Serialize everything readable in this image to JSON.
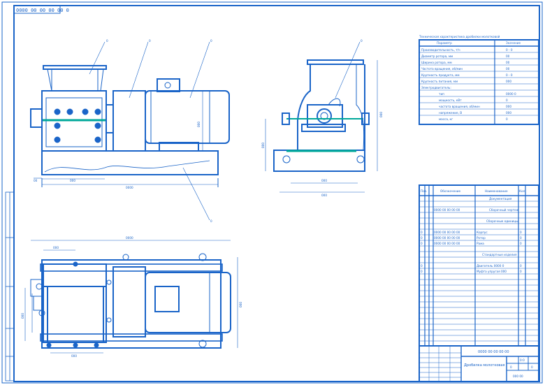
{
  "stamp_top_left": "0000 00 00 00 00 0",
  "drawing_code": "0000 00 00 00 00",
  "sheet_title": "Дробилка молотковая",
  "colors": {
    "line": "#1a64c8",
    "fill_thick": "#1a64c8",
    "accent": "#00a89a",
    "paper": "#ffffff"
  },
  "spec_table": {
    "title": "Техническая характеристика дробилки молотковой",
    "header": [
      "Параметр",
      "Значение"
    ],
    "rows": [
      [
        "Производительность, т/ч",
        "0 - 0"
      ],
      [
        "Диаметр ротора, мм",
        "00"
      ],
      [
        "Ширина ротора, мм",
        "00"
      ],
      [
        "Частота вращения, об/мин",
        "00"
      ],
      [
        "Крупность продукта, мм",
        "0 - 0"
      ],
      [
        "Крупность питания, мм",
        "000"
      ],
      [
        "Электродвигатель:",
        ""
      ],
      [
        "тип",
        "0000 0"
      ],
      [
        "мощность, кВт",
        "0"
      ],
      [
        "частота вращения, об/мин",
        "000"
      ],
      [
        "напряжение, В",
        "000"
      ],
      [
        "масса, кг",
        "0"
      ]
    ]
  },
  "parts_list": {
    "header": [
      "Поз.",
      "Обозначение",
      "Наименование",
      "Кол."
    ],
    "rows": [
      [
        "",
        "",
        "Документация",
        ""
      ],
      [
        "",
        "0000 00 00 00 00",
        "Сборочный чертеж",
        ""
      ],
      [
        "",
        "",
        "Сборочные единицы",
        ""
      ],
      [
        "0",
        "0000 00 00 00 00",
        "Корпус",
        "0"
      ],
      [
        "0",
        "0000 00 00 00 00",
        "Ротор",
        "0"
      ],
      [
        "0",
        "0000 00 00 00 00",
        "Рама",
        "0"
      ],
      [
        "",
        "",
        "Стандартные изделия",
        ""
      ],
      [
        "0",
        "",
        "Двигатель 0000 0",
        "0"
      ],
      [
        "0",
        "",
        "Муфта упругая 000",
        "0"
      ]
    ]
  },
  "dimensions": {
    "front_width": "0000",
    "front_height": "000",
    "front_offset_left": "00",
    "front_feet": "000",
    "side_width_inner": "000",
    "side_width_outer": "000",
    "side_height": "000",
    "side_height_right": "000",
    "top_length": "0000",
    "top_width": "000",
    "top_inner": "000",
    "top_left_offset": "000",
    "top_bottom": "000"
  },
  "callouts": [
    "0",
    "0",
    "0",
    "0",
    "0"
  ],
  "title_block": {
    "sheet": "0",
    "sheets": "0",
    "scale": "0:0",
    "org": "000 00"
  }
}
